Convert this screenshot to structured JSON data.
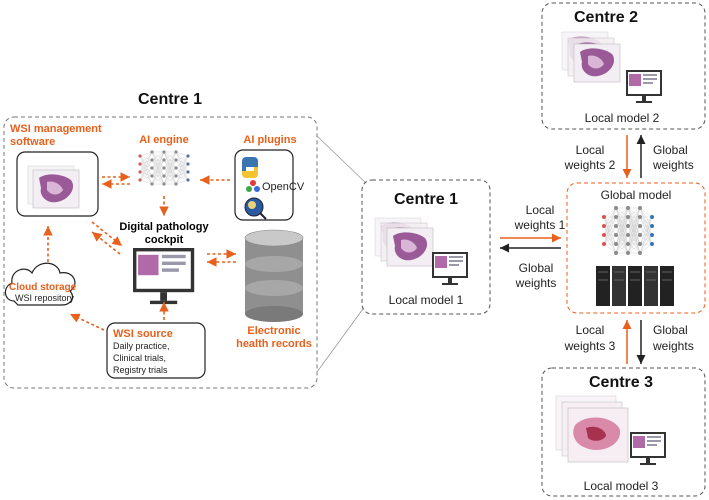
{
  "left_panel": {
    "title": "Centre 1",
    "wsi_management": [
      "WSI management",
      "software"
    ],
    "ai_engine": "AI engine",
    "ai_plugins": "AI plugins",
    "opencv": "OpenCV",
    "cockpit": [
      "Digital pathology",
      "cockpit"
    ],
    "cloud_title": "Cloud storage",
    "cloud_sub": "WSI repository",
    "ehr": [
      "Electronic",
      "health records"
    ],
    "wsi_source_title": "WSI source",
    "wsi_source_items": [
      "Daily practice,",
      "Clinical trials,",
      "Registry trials"
    ]
  },
  "centre1": {
    "title": "Centre 1",
    "model": "Local model 1"
  },
  "centre2": {
    "title": "Centre 2",
    "model": "Local model 2"
  },
  "centre3": {
    "title": "Centre 3",
    "model": "Local model 3"
  },
  "global": {
    "title": "Global model"
  },
  "arrows": {
    "lw1": [
      "Local",
      "weights 1"
    ],
    "gw1": [
      "Global",
      "weights"
    ],
    "lw2": [
      "Local",
      "weights 2"
    ],
    "gw2": [
      "Global",
      "weights"
    ],
    "lw3": [
      "Local",
      "weights 3"
    ],
    "gw3": [
      "Global",
      "weights"
    ]
  },
  "colors": {
    "accent": "#e8601c",
    "tissue": "#8a3f86",
    "dark": "#222222"
  }
}
